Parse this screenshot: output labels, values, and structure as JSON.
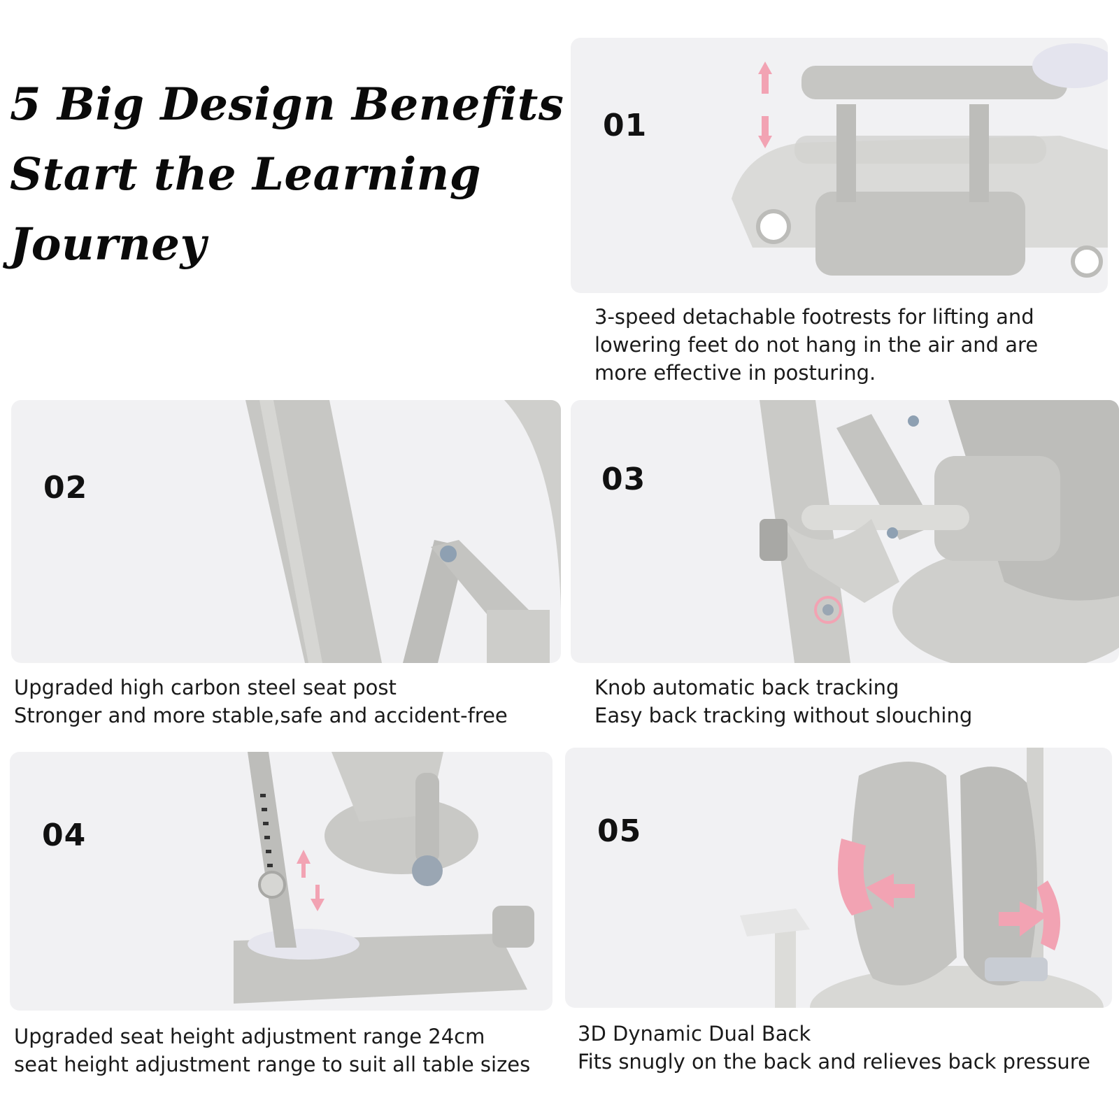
{
  "headline": {
    "line1": "5 Big Design Benefits",
    "line2": "Start the Learning",
    "line3": "Journey"
  },
  "benefits": [
    {
      "number": "01",
      "caption_lines": [
        "3-speed detachable footrests for lifting and",
        "lowering feet do not hang in the air and are",
        "more effective in posturing."
      ],
      "image_subject": "footrest"
    },
    {
      "number": "02",
      "caption_lines": [
        "Upgraded high carbon steel seat post",
        "Stronger and more stable,safe and accident-free"
      ],
      "image_subject": "seat-post"
    },
    {
      "number": "03",
      "caption_lines": [
        "Knob automatic back tracking",
        "Easy back tracking without slouching"
      ],
      "image_subject": "back-knob"
    },
    {
      "number": "04",
      "caption_lines": [
        "Upgraded seat height adjustment range 24cm",
        "seat height adjustment range to suit all table sizes"
      ],
      "image_subject": "seat-height"
    },
    {
      "number": "05",
      "caption_lines": [
        "3D Dynamic Dual Back",
        "Fits snugly on the back and relieves back pressure"
      ],
      "image_subject": "dual-back"
    }
  ],
  "colors": {
    "panel_bg": "#f1f1f3",
    "chair_gray": "#c9c9c6",
    "chair_dark": "#a8a8a5",
    "accent_pink": "#f2a3b3"
  }
}
